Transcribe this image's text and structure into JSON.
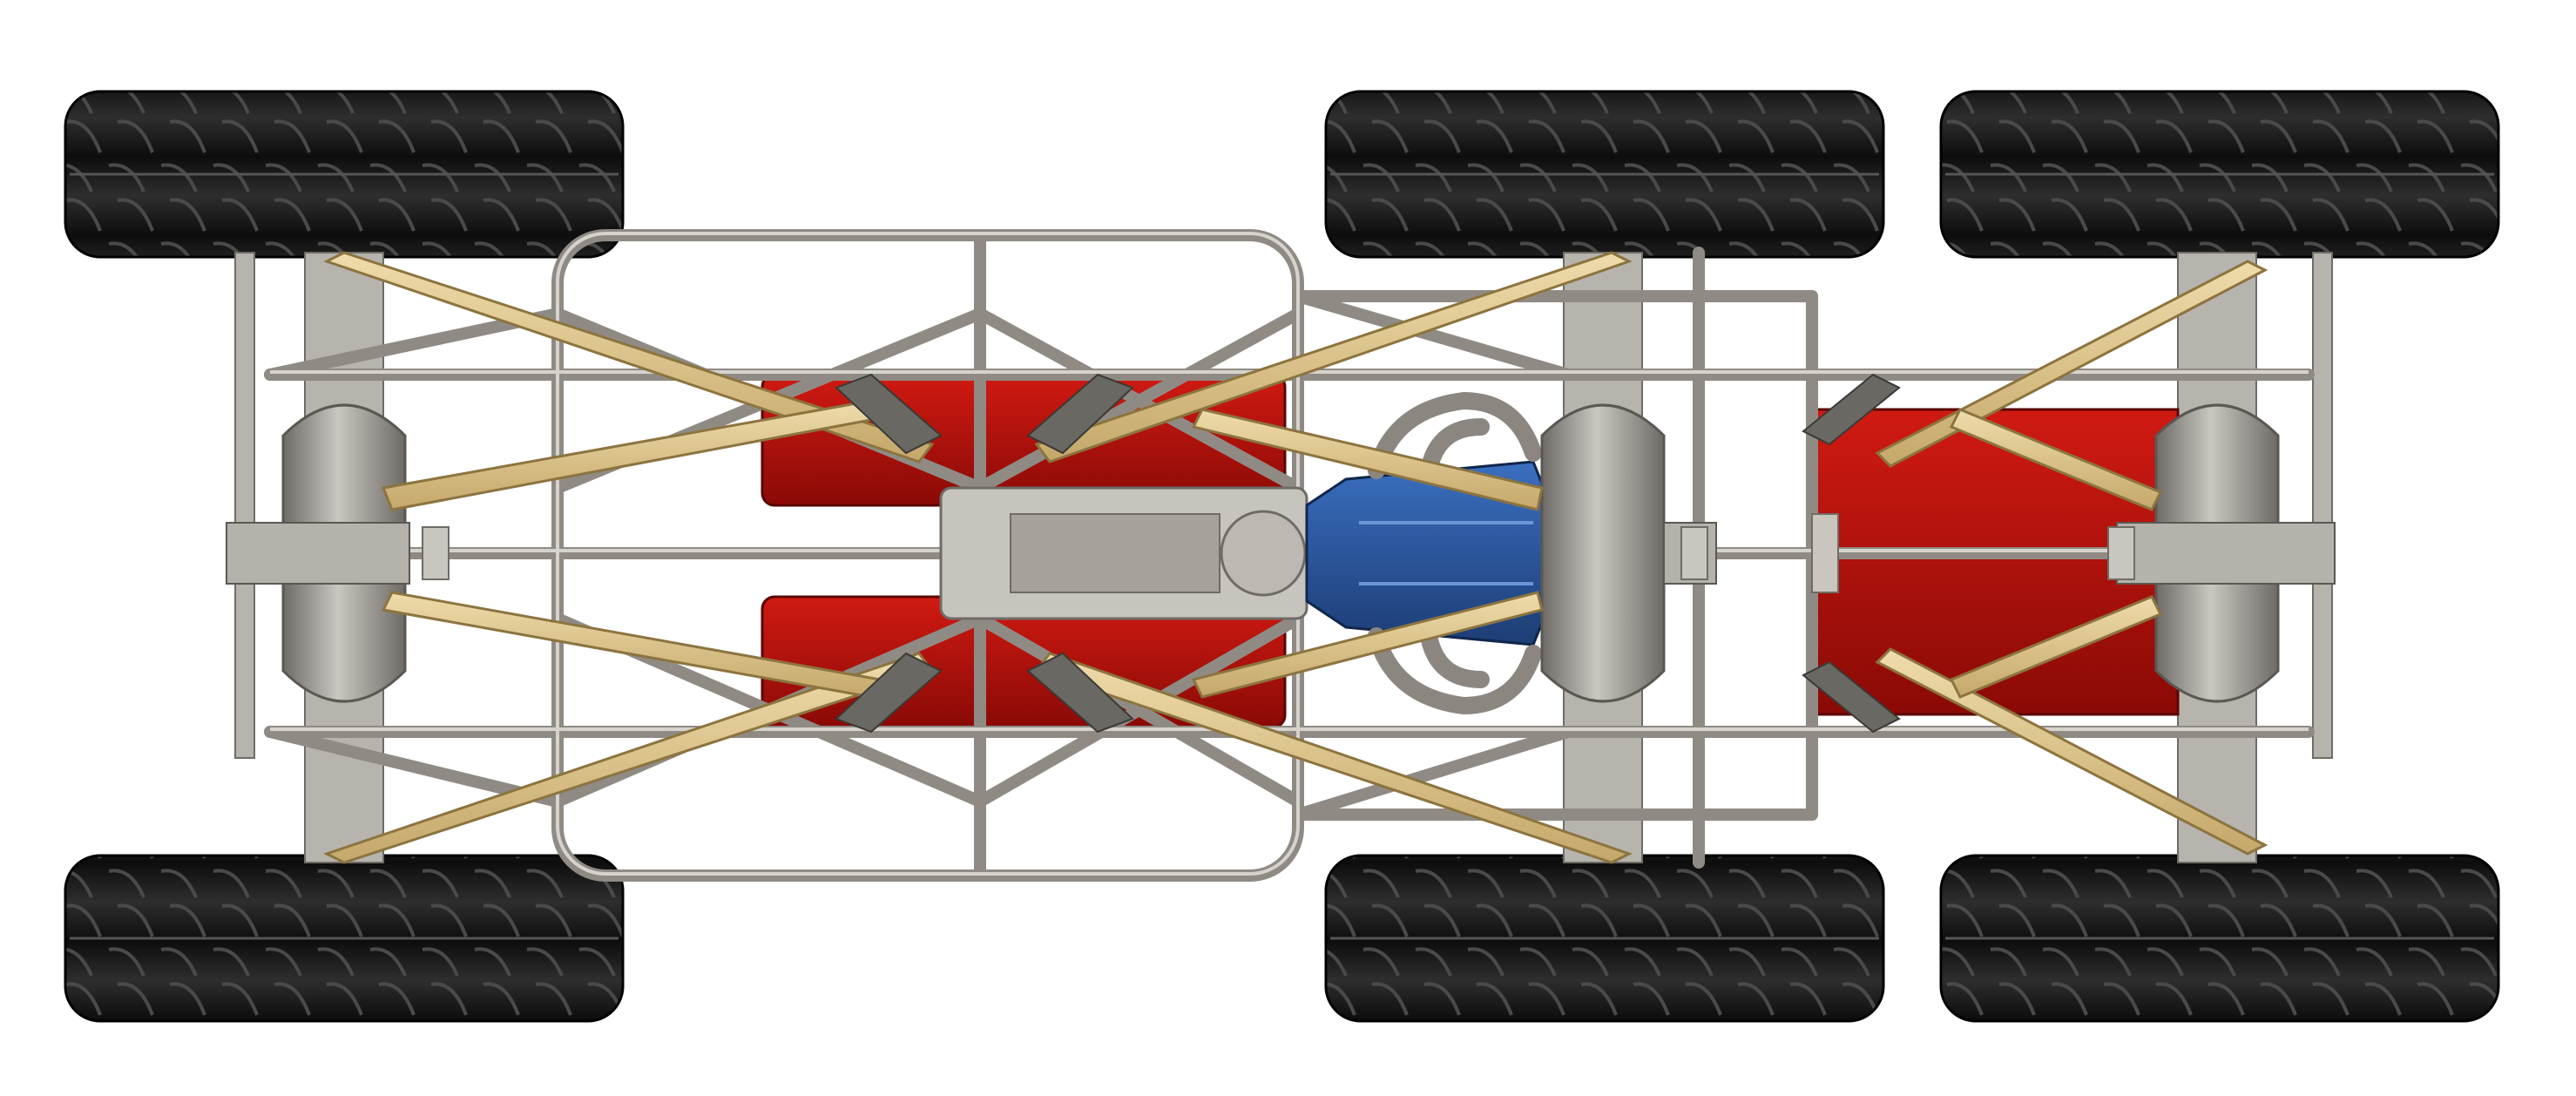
{
  "scene": {
    "subject": "six-wheel-chassis-render",
    "view": "top-down",
    "wheels": [
      "front-left",
      "front-right",
      "middle-left",
      "middle-right",
      "rear-left",
      "rear-right"
    ],
    "components": [
      "tubular-space-frame",
      "engine",
      "transmission",
      "fuel-tank-left",
      "fuel-tank-right",
      "fuel-tank-rear",
      "differential-front",
      "differential-middle",
      "differential-rear",
      "a-arms",
      "exhaust-headers"
    ]
  },
  "colors": {
    "background": "#ffffff",
    "tire": "#1c1c1c",
    "tire_highlight": "#3a3a3a",
    "frame_tube": "#9a968f",
    "frame_tube_light": "#c9c6c0",
    "a_arm": "#e2c98e",
    "a_arm_dark": "#b89a5a",
    "fuel_tank": "#c0110b",
    "fuel_tank_dark": "#8a0a06",
    "engine_block": "#2f5ea8",
    "engine_dark": "#1d3d75",
    "differential": "#a9a59e",
    "axle_plate": "#b7b4ae"
  }
}
